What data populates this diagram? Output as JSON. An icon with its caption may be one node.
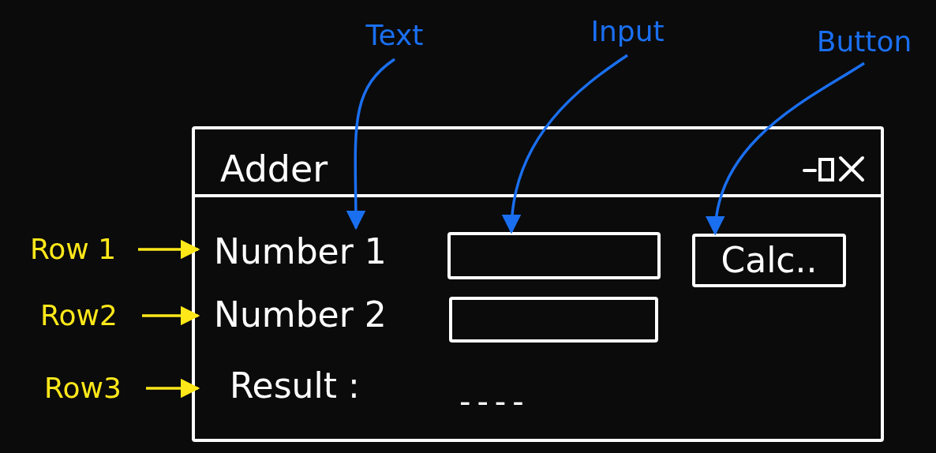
{
  "diagram": {
    "nodes": [
      {
        "text": [
          "Adder"
        ]
      },
      {
        "text": [
          "Number 1"
        ],
        "in": 0
      },
      {
        "text": [],
        "shape": "box",
        "in": 0
      },
      {
        "text": [
          "Calc.."
        ],
        "in": 0
      },
      {
        "text": [
          "Number 2"
        ],
        "in": 0
      },
      {
        "text": [],
        "shape": "box",
        "in": 0
      },
      {
        "text": [
          "Result :"
        ],
        "in": 0
      },
      {
        "text": [
          "Text"
        ]
      },
      {
        "text": [
          "Input"
        ]
      },
      {
        "text": [
          "Button"
        ]
      },
      {
        "text": [
          "Row 1"
        ]
      },
      {
        "text": [
          "Row2"
        ]
      },
      {
        "text": [
          "Row3"
        ]
      }
    ],
    "edges": [
      {
        "from": 7,
        "to": 1,
        "arrow": "to",
        "color": "#1a6ff0"
      },
      {
        "from": 8,
        "to": 2,
        "arrow": "to",
        "color": "#1a6ff0"
      },
      {
        "from": 9,
        "to": 3,
        "arrow": "to",
        "color": "#1a6ff0"
      },
      {
        "from": 10,
        "to": 1,
        "arrow": "to",
        "color": "#ffe81a"
      },
      {
        "from": 11,
        "to": 4,
        "arrow": "to",
        "color": "#ffe81a"
      },
      {
        "from": 12,
        "to": 6,
        "arrow": "to",
        "color": "#ffe81a"
      }
    ],
    "labels": [
      "----"
    ]
  }
}
